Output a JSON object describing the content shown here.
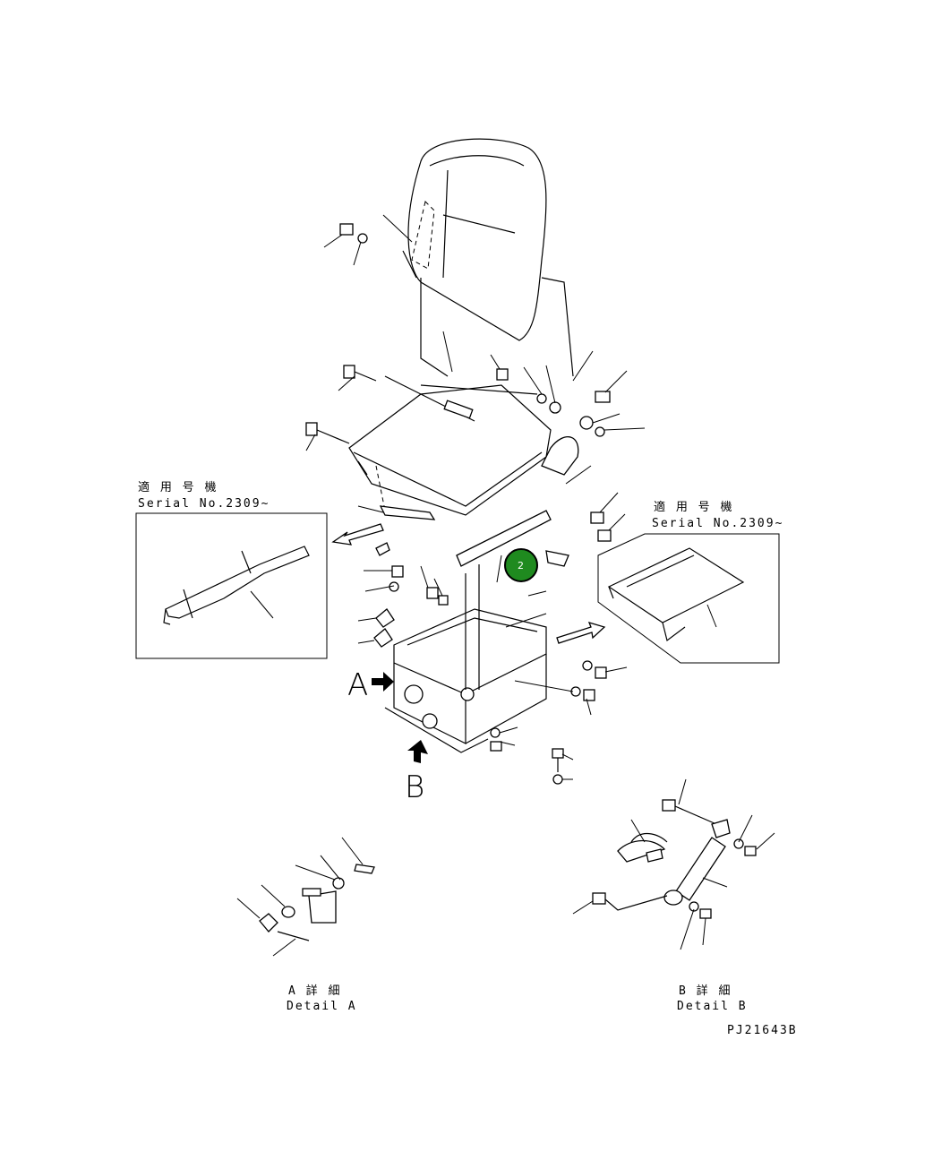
{
  "inset_left": {
    "title_jp": "適 用 号 機",
    "serial": "Serial No.2309~"
  },
  "inset_right": {
    "title_jp": "適 用 号 機",
    "serial": "Serial No.2309~"
  },
  "views": {
    "a_letter": "A",
    "b_letter": "B"
  },
  "detail_a": {
    "jp": "A 詳 細",
    "en": "Detail A"
  },
  "detail_b": {
    "jp": "B 詳 細",
    "en": "Detail B"
  },
  "drawing_code": "PJ21643B",
  "callout": {
    "label": "2",
    "color": "#1f8a1f"
  }
}
